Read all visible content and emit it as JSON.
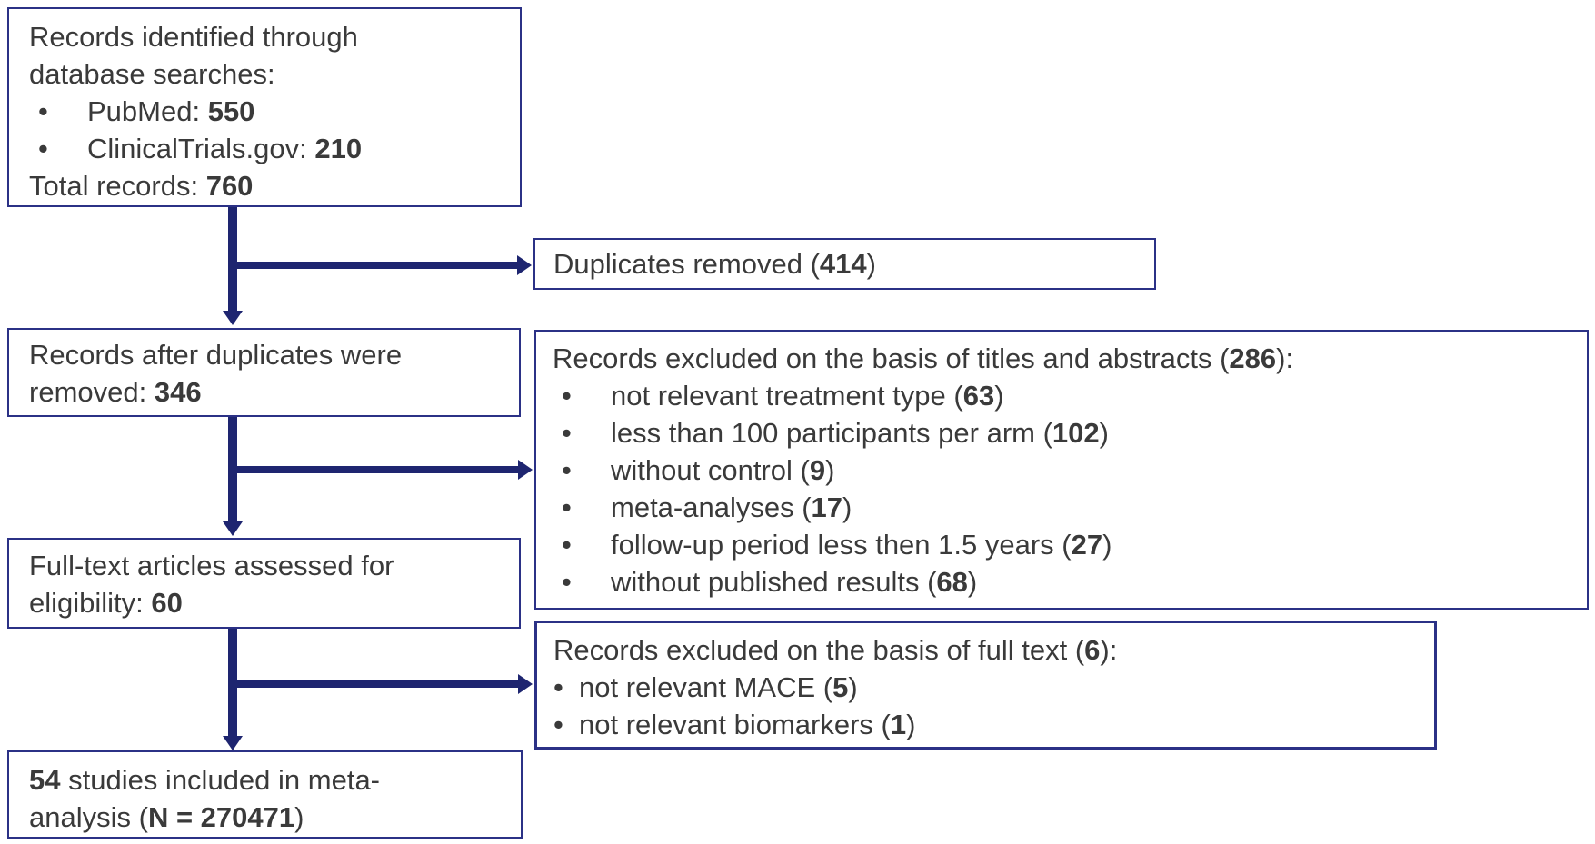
{
  "colors": {
    "border": "#2b3186",
    "arrow": "#1e2570",
    "text": "#3a3a3a",
    "background": "#ffffff"
  },
  "glyphs": {
    "bullet": "•"
  },
  "boxes": {
    "identification": {
      "lines": [
        {
          "bullet": false,
          "segments": [
            {
              "t": "Records identified through",
              "b": false
            }
          ]
        },
        {
          "bullet": false,
          "segments": [
            {
              "t": "database searches:",
              "b": false
            }
          ]
        },
        {
          "bullet": true,
          "segments": [
            {
              "t": "PubMed: ",
              "b": false
            },
            {
              "t": "550",
              "b": true
            }
          ]
        },
        {
          "bullet": true,
          "segments": [
            {
              "t": "ClinicalTrials.gov: ",
              "b": false
            },
            {
              "t": "210",
              "b": true
            }
          ]
        },
        {
          "bullet": false,
          "segments": [
            {
              "t": "Total records: ",
              "b": false
            },
            {
              "t": "760",
              "b": true
            }
          ]
        }
      ]
    },
    "duplicates_removed": {
      "lines": [
        {
          "bullet": false,
          "segments": [
            {
              "t": "Duplicates removed (",
              "b": false
            },
            {
              "t": "414",
              "b": true
            },
            {
              "t": ")",
              "b": false
            }
          ]
        }
      ]
    },
    "after_duplicates": {
      "lines": [
        {
          "bullet": false,
          "segments": [
            {
              "t": "Records after duplicates were",
              "b": false
            }
          ]
        },
        {
          "bullet": false,
          "segments": [
            {
              "t": "removed: ",
              "b": false
            },
            {
              "t": "346",
              "b": true
            }
          ]
        }
      ]
    },
    "excluded_titles_abstracts": {
      "lines": [
        {
          "bullet": false,
          "segments": [
            {
              "t": "Records excluded on the basis of titles and abstracts (",
              "b": false
            },
            {
              "t": "286",
              "b": true
            },
            {
              "t": "):",
              "b": false
            }
          ]
        },
        {
          "bullet": true,
          "segments": [
            {
              "t": "not relevant treatment type (",
              "b": false
            },
            {
              "t": "63",
              "b": true
            },
            {
              "t": ")",
              "b": false
            }
          ]
        },
        {
          "bullet": true,
          "segments": [
            {
              "t": "less than 100 participants per arm (",
              "b": false
            },
            {
              "t": "102",
              "b": true
            },
            {
              "t": ")",
              "b": false
            }
          ]
        },
        {
          "bullet": true,
          "segments": [
            {
              "t": "without control (",
              "b": false
            },
            {
              "t": "9",
              "b": true
            },
            {
              "t": ")",
              "b": false
            }
          ]
        },
        {
          "bullet": true,
          "segments": [
            {
              "t": "meta-analyses (",
              "b": false
            },
            {
              "t": "17",
              "b": true
            },
            {
              "t": ")",
              "b": false
            }
          ]
        },
        {
          "bullet": true,
          "segments": [
            {
              "t": "follow-up period less then 1.5 years (",
              "b": false
            },
            {
              "t": "27",
              "b": true
            },
            {
              "t": ")",
              "b": false
            }
          ]
        },
        {
          "bullet": true,
          "segments": [
            {
              "t": "without published results (",
              "b": false
            },
            {
              "t": "68",
              "b": true
            },
            {
              "t": ")",
              "b": false
            }
          ]
        }
      ]
    },
    "fulltext_assessed": {
      "lines": [
        {
          "bullet": false,
          "segments": [
            {
              "t": "Full-text articles assessed for",
              "b": false
            }
          ]
        },
        {
          "bullet": false,
          "segments": [
            {
              "t": "eligibility: ",
              "b": false
            },
            {
              "t": "60",
              "b": true
            }
          ]
        }
      ]
    },
    "excluded_fulltext": {
      "lines": [
        {
          "bullet": false,
          "segments": [
            {
              "t": "Records excluded on the basis of full text (",
              "b": false
            },
            {
              "t": "6",
              "b": true
            },
            {
              "t": "):",
              "b": false
            }
          ]
        },
        {
          "bullet": true,
          "segments": [
            {
              "t": "not relevant MACE (",
              "b": false
            },
            {
              "t": "5",
              "b": true
            },
            {
              "t": ")",
              "b": false
            }
          ]
        },
        {
          "bullet": true,
          "segments": [
            {
              "t": "not relevant biomarkers (",
              "b": false
            },
            {
              "t": "1",
              "b": true
            },
            {
              "t": ")",
              "b": false
            }
          ]
        }
      ]
    },
    "included": {
      "lines": [
        {
          "bullet": false,
          "segments": [
            {
              "t": "54",
              "b": true
            },
            {
              "t": " studies included in meta-",
              "b": false
            }
          ]
        },
        {
          "bullet": false,
          "segments": [
            {
              "t": "analysis (",
              "b": false
            },
            {
              "t": "N = 270471",
              "b": true
            },
            {
              "t": ")",
              "b": false
            }
          ]
        }
      ]
    }
  }
}
